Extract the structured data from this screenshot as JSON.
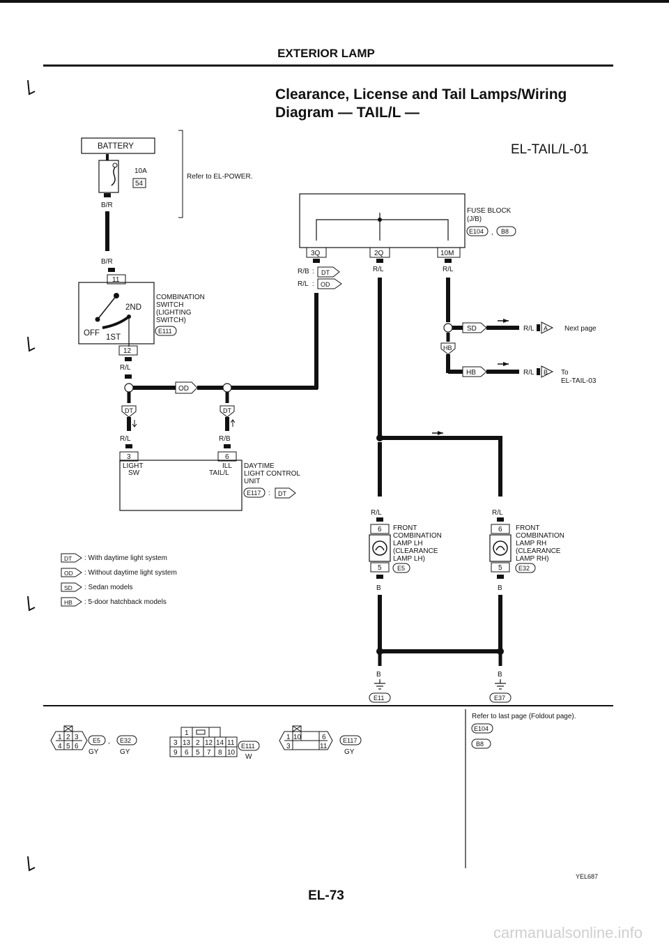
{
  "header": {
    "section": "EXTERIOR LAMP",
    "title_line1": "Clearance, License and Tail Lamps/Wiring",
    "title_line2": "Diagram — TAIL/L —",
    "diagram_code": "EL-TAIL/L-01",
    "page_number": "EL-73",
    "figure_code": "YEL687"
  },
  "battery": {
    "label": "BATTERY",
    "fuse_rating": "10A",
    "fuse_number": "54",
    "refer_note": "Refer to EL-POWER.",
    "wire_top": "B/R",
    "wire_bottom": "B/R"
  },
  "fuse_block": {
    "name": "FUSE BLOCK",
    "sub": "(J/B)",
    "connectors": [
      "E104",
      "B8"
    ],
    "sep": ",",
    "terminals": [
      "3Q",
      "2Q",
      "10M"
    ]
  },
  "fuse_wires": {
    "w3q_dt": "R/B",
    "w3q_od": "R/L",
    "w2q": "R/L",
    "w10m": "R/L",
    "colon": ":"
  },
  "switch": {
    "terminal_top": "11",
    "terminal_bottom": "12",
    "pos_2nd": "2ND",
    "pos_1st": "1ST",
    "pos_off": "OFF",
    "name_lines": [
      "COMBINATION",
      "SWITCH",
      "(LIGHTING",
      "SWITCH)"
    ],
    "connector": "E111",
    "wire_out": "R/L"
  },
  "daytime_unit": {
    "term_left": "3",
    "term_right": "6",
    "label_left1": "LIGHT",
    "label_left2": "SW",
    "label_right1": "ILL",
    "label_right2": "TAIL/L",
    "name_lines": [
      "DAYTIME",
      "LIGHT CONTROL",
      "UNIT"
    ],
    "connector": "E117",
    "sep": ":",
    "variant": "DT",
    "wire_left": "R/L",
    "wire_right": "R/B"
  },
  "variants": {
    "dt": "DT",
    "od": "OD",
    "sd": "SD",
    "hb": "HB"
  },
  "branches": {
    "a_wire": "R/L",
    "a_letter": "A",
    "a_text": "Next page",
    "b_wire": "R/L",
    "b_letter": "B",
    "b_text1": "To",
    "b_text2": "EL-TAIL-03"
  },
  "lamp_lh": {
    "wire_top": "R/L",
    "term_top": "6",
    "term_bottom": "5",
    "name_lines": [
      "FRONT",
      "COMBINATION",
      "LAMP LH",
      "(CLEARANCE",
      "LAMP LH)"
    ],
    "connector": "E5",
    "wire_bottom": "B"
  },
  "lamp_rh": {
    "wire_top": "R/L",
    "term_top": "6",
    "term_bottom": "5",
    "name_lines": [
      "FRONT",
      "COMBINATION",
      "LAMP RH",
      "(CLEARANCE",
      "LAMP RH)"
    ],
    "connector": "E32",
    "wire_bottom": "B"
  },
  "grounds": {
    "left_wire": "B",
    "right_wire": "B",
    "left_label": "E11",
    "right_label": "E37"
  },
  "legend": [
    {
      "code": "DT",
      "text": ": With daytime light system"
    },
    {
      "code": "OD",
      "text": ": Without daytime light system"
    },
    {
      "code": "SD",
      "text": ": Sedan models"
    },
    {
      "code": "HB",
      "text": ": 5-door hatchback models"
    }
  ],
  "connectors_bottom": {
    "c1_top": [
      "1",
      "2",
      "3"
    ],
    "c1_bottom": [
      "4",
      "5",
      "6"
    ],
    "c1_labels": [
      "E5",
      "E32"
    ],
    "c1_sep": ",",
    "c1_colors": [
      "GY",
      "GY"
    ],
    "c2_top_single": "1",
    "c2_row1": [
      "3",
      "13",
      "2",
      "12",
      "14",
      "11"
    ],
    "c2_row2": [
      "9",
      "6",
      "5",
      "7",
      "8",
      "10"
    ],
    "c2_label": "E111",
    "c2_color": "W",
    "c3_row1": [
      "1",
      "10",
      "6"
    ],
    "c3_row2": [
      "3",
      "",
      "11"
    ],
    "c3_label": "E117",
    "c3_color": "GY"
  },
  "refer_box": {
    "text": "Refer to last page (Foldout page).",
    "items": [
      "E104",
      "B8"
    ]
  },
  "watermark": "carmanualsonline.info"
}
